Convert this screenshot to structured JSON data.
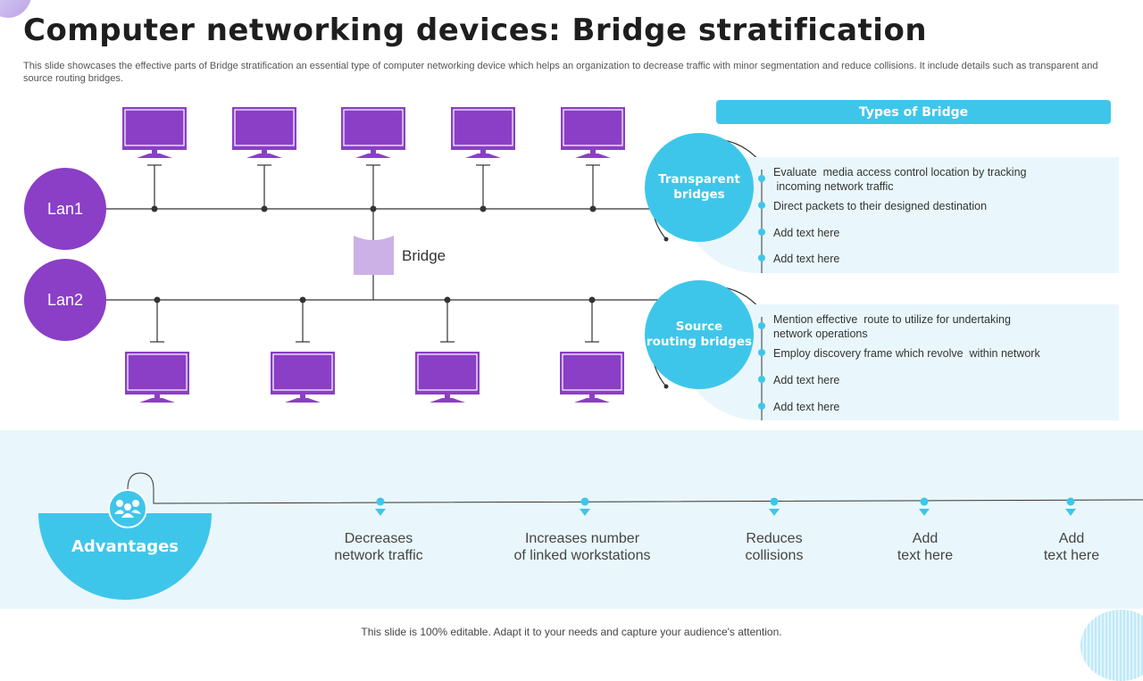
{
  "title": "Computer networking devices: Bridge stratification",
  "subtitle": "This slide showcases the effective parts of Bridge stratification an essential type of computer networking device which helps an organization to decrease traffic with minor segmentation and reduce collisions. It include details such as transparent and source routing bridges.",
  "diagram": {
    "lan1": "Lan1",
    "lan2": "Lan2",
    "bridge": "Bridge"
  },
  "types": {
    "header": "Types of Bridge",
    "transparent": {
      "name": "Transparent\nbridges",
      "bullets": [
        "Evaluate  media access control location by tracking\n incoming network traffic",
        "Direct packets to their designed destination",
        "Add text here",
        "Add text here"
      ]
    },
    "source": {
      "name": "Source\nrouting bridges",
      "bullets": [
        "Mention effective  route to utilize for undertaking\nnetwork operations",
        "Employ discovery frame which revolve  within network",
        "Add text here",
        "Add text here"
      ]
    }
  },
  "advantages": {
    "label": "Advantages",
    "items": [
      "Decreases\nnetwork traffic",
      "Increases number\nof linked workstations",
      "Reduces\ncollisions",
      "Add\ntext here",
      "Add\ntext here"
    ]
  },
  "footer": "This slide is 100% editable. Adapt it to your needs and capture your audience's attention.",
  "colors": {
    "purple": "#8a3fc6",
    "lightPurple": "#cbb1e6",
    "cyan": "#3ec6ea",
    "paleCyan": "#e9f7fc"
  }
}
